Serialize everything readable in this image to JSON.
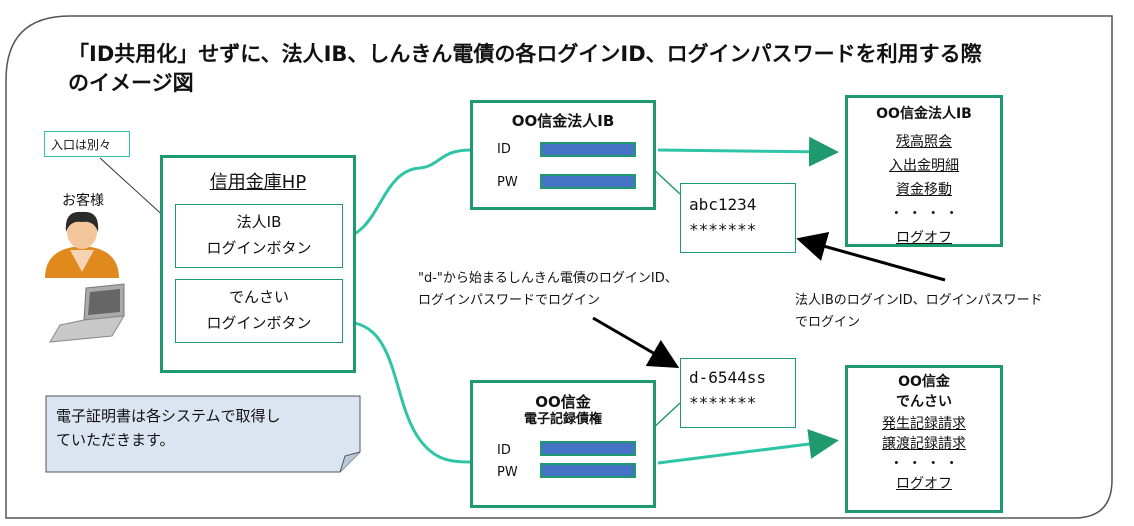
{
  "title": {
    "line1": "「ID共用化」せずに、法人IB、しんきん電債の各ログインID、ログインパスワードを利用する際",
    "line2": "のイメージ図"
  },
  "callout_entrance": "入口は別々",
  "customer_label": "お客様",
  "hp_box": {
    "title": "信用金庫HP",
    "ib_button": {
      "line1": "法人IB",
      "line2": "ログインボタン"
    },
    "densai_button": {
      "line1": "でんさい",
      "line2": "ログインボタン"
    }
  },
  "note": {
    "line1": "電子証明書は各システムで取得し",
    "line2": "ていただきます。"
  },
  "ib_login": {
    "title": "OO信金法人IB",
    "id_label": "ID",
    "pw_label": "PW"
  },
  "ib_creds": {
    "id": "abc1234",
    "pw": "*******"
  },
  "ib_menu": {
    "title": "OO信金法人IB",
    "items": [
      "残高照会",
      "入出金明細",
      "資金移動",
      "・ ・ ・ ・",
      "ログオフ"
    ]
  },
  "densai_login": {
    "title1": "OO信金",
    "title2": "電子記録債権",
    "id_label": "ID",
    "pw_label": "PW"
  },
  "densai_creds": {
    "id": "d-6544ss",
    "pw": "*******"
  },
  "densai_menu": {
    "title1": "OO信金",
    "title2": "でんさい",
    "items": [
      "発生記録請求",
      "譲渡記録請求",
      "・ ・ ・ ・",
      "ログオフ"
    ]
  },
  "annotation_densai": {
    "line1": "\"d-\"から始まるしんきん電債のログインID、",
    "line2": "ログインパスワードでログイン"
  },
  "annotation_ib": {
    "line1": "法人IBのログインID、ログインパスワード",
    "line2": "でログイン"
  },
  "colors": {
    "green": "#1f9a6f",
    "bar_blue": "#4472c4",
    "note_bg": "#dbe5f1"
  }
}
